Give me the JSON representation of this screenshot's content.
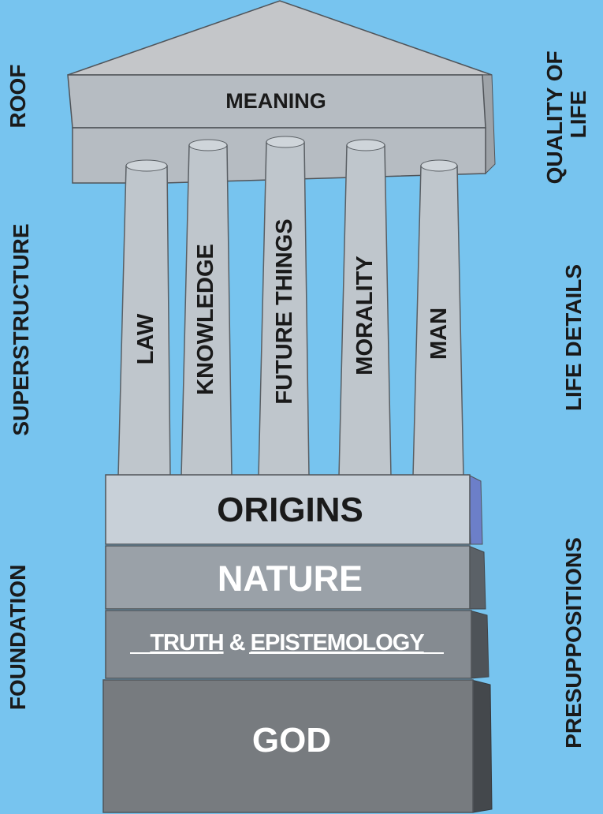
{
  "colors": {
    "background": "#77c4ef",
    "roof": "#c4c6c9",
    "column": "#bfc6cc",
    "origins": "#c8d0d8",
    "nature": "#9aa1a8",
    "truth": "#858b91",
    "god": "#777b7f"
  },
  "roof": {
    "label": "MEANING"
  },
  "pillars": [
    {
      "label": "LAW"
    },
    {
      "label": "KNOWLEDGE"
    },
    {
      "label": "FUTURE THINGS"
    },
    {
      "label": "MORALITY"
    },
    {
      "label": "MAN"
    }
  ],
  "foundation": {
    "origins": "ORIGINS",
    "nature": "NATURE",
    "truth_part1": "TRUTH",
    "truth_amp": " & ",
    "truth_part2": "EPISTEMOLOGY",
    "god": "GOD"
  },
  "side_labels": {
    "left": {
      "roof": "ROOF",
      "superstructure": "SUPERSTRUCTURE",
      "foundation": "FOUNDATION"
    },
    "right": {
      "quality_line1": "QUALITY OF",
      "quality_line2": "LIFE",
      "life_details": "LIFE DETAILS",
      "presuppositions": "PRESUPPOSITIONS"
    }
  }
}
